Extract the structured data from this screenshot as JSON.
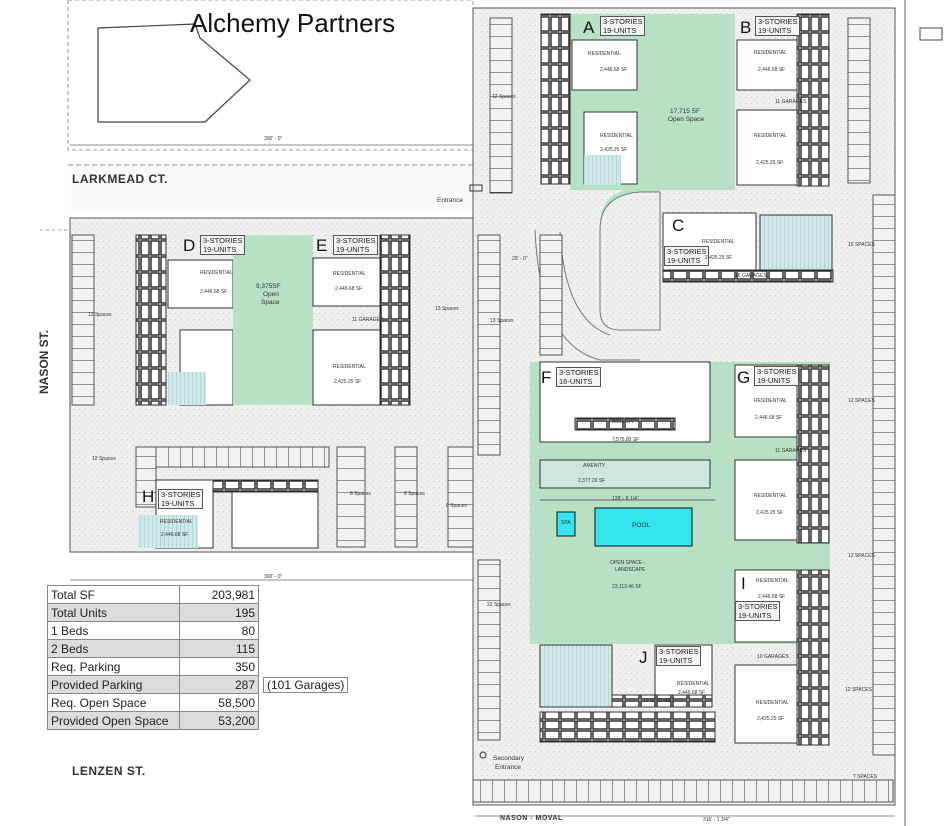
{
  "title": "Alchemy Partners",
  "streets": {
    "larkmead": "LARKMEAD CT.",
    "nason": "NASON ST.",
    "lenzen": "LENZEN ST.",
    "nason_moval": "NASON - MOVAL"
  },
  "entrances": {
    "main": "Entrance",
    "secondary_line1": "Secondary",
    "secondary_line2": "Entrance"
  },
  "buildings": [
    {
      "letter": "A",
      "stories": "3-STORIES",
      "units": "19-UNITS"
    },
    {
      "letter": "B",
      "stories": "3-STORIES",
      "units": "19-UNITS"
    },
    {
      "letter": "C",
      "stories": "3-STORIES",
      "units": "19-UNITS"
    },
    {
      "letter": "D",
      "stories": "3-STORIES",
      "units": "19-UNITS"
    },
    {
      "letter": "E",
      "stories": "3-STORIES",
      "units": "19-UNITS"
    },
    {
      "letter": "F",
      "stories": "3-STORIES",
      "units": "16-UNITS"
    },
    {
      "letter": "G",
      "stories": "3-STORIES",
      "units": "19-UNITS"
    },
    {
      "letter": "H",
      "stories": "3-STORIES",
      "units": "19-UNITS"
    },
    {
      "letter": "I",
      "stories": "3-STORIES",
      "units": "19-UNITS"
    },
    {
      "letter": "J",
      "stories": "3-STORIES",
      "units": "19-UNITS"
    }
  ],
  "open_spaces": {
    "north": {
      "area": "17,715 SF",
      "label": "Open Space"
    },
    "west": {
      "area": "9,375SF",
      "label1": "Open",
      "label2": "Space"
    },
    "south": {
      "label1": "OPEN SPACE -",
      "label2": "LANDSCAPE",
      "area": "23,113.46 SF"
    }
  },
  "amenities": {
    "pool": "POOL",
    "spa": "SPA",
    "amenity": "AMENITY",
    "amenity_area_1": "7,575.80 SF",
    "amenity_area_2": "2,377.29 SF"
  },
  "labels": {
    "residential": "RESIDENTIAL",
    "sf_a": "2,446.68 SF",
    "sf_b": "2,425.25 SF",
    "garages_11": "11 GARAGES",
    "garages_10": "10 GARAGES",
    "garages_16": "16 GARAGES"
  },
  "parking_counts": [
    "12 Spaces",
    "12 Spaces",
    "13 Spaces",
    "13 Spaces",
    "12 Spaces",
    "8 Spaces",
    "8 Spaces",
    "8 Spaces",
    "22 Spaces",
    "15 SPACES",
    "12 SPACES",
    "12 SPACES",
    "12 SPACES",
    "7 SPACES"
  ],
  "dimensions": {
    "d1": "300' - 0\"",
    "d2": "300' - 0\"",
    "d3": "29' - 0\"",
    "d4": "316' - 1 3/4\"",
    "d5": "128' - 8 1/4\""
  },
  "summary": {
    "rows": [
      {
        "label": "Total SF",
        "value": "203,981",
        "shade": false
      },
      {
        "label": "Total Units",
        "value": "195",
        "shade": true
      },
      {
        "label": "1 Beds",
        "value": "80",
        "shade": false
      },
      {
        "label": "2 Beds",
        "value": "115",
        "shade": true
      },
      {
        "label": "Req. Parking",
        "value": "350",
        "shade": false
      },
      {
        "label": "Provided Parking",
        "value": "287",
        "note": "(101 Garages)",
        "shade": true
      },
      {
        "label": "Req. Open Space",
        "value": "58,500",
        "shade": false
      },
      {
        "label": "Provided Open Space",
        "value": "53,200",
        "shade": true
      }
    ]
  },
  "colors": {
    "green": "#b8e0c4",
    "water": "#33e6ee",
    "paving": "#f2f2f2",
    "line": "#333333"
  }
}
